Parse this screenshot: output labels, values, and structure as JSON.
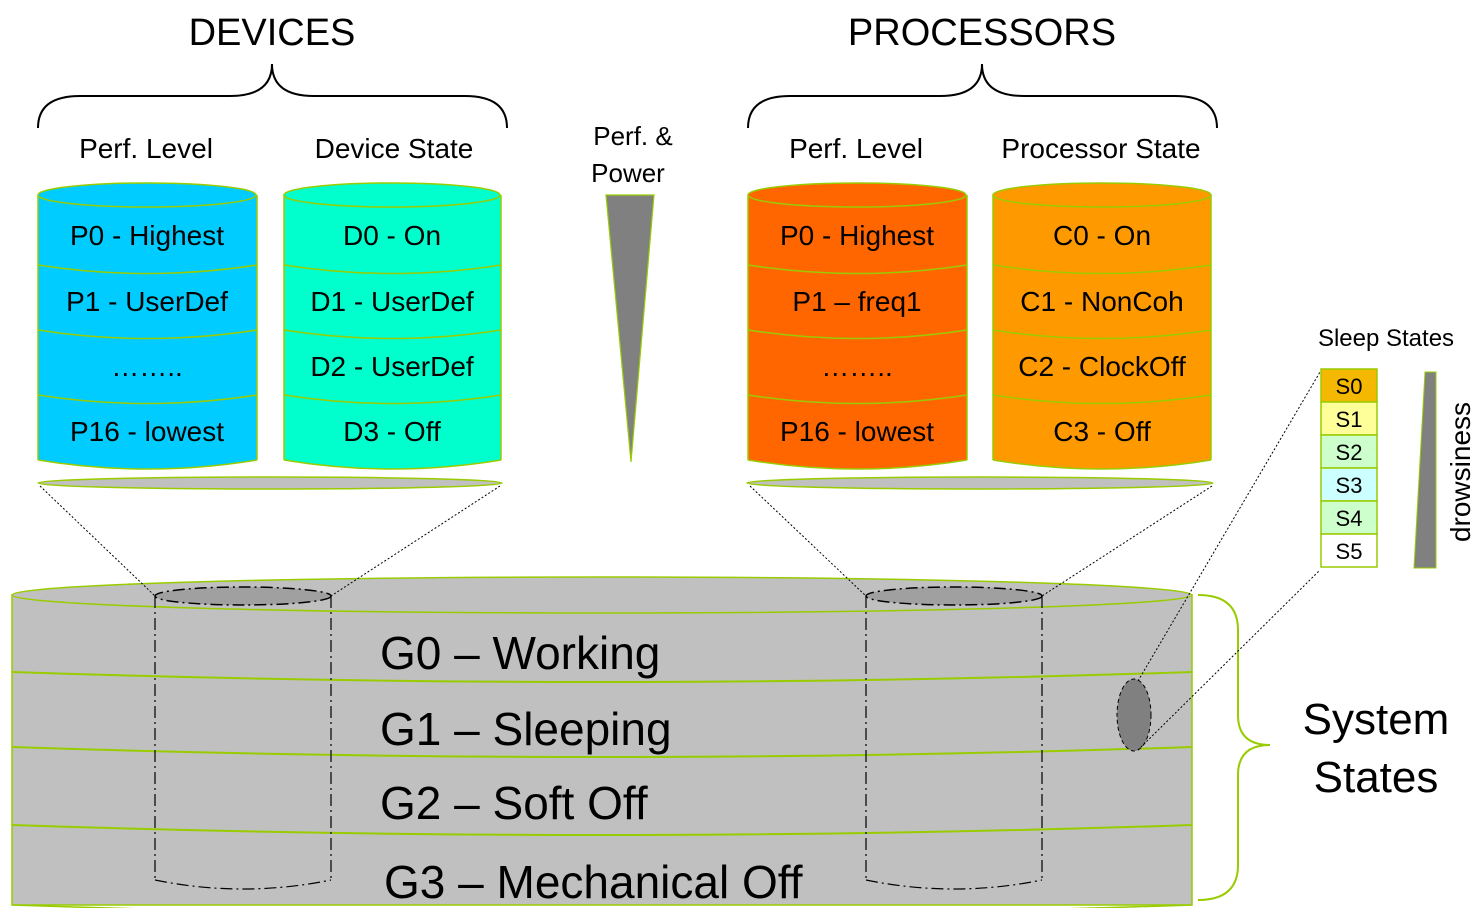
{
  "devices": {
    "title": "DEVICES",
    "perf_label": "Perf. Level",
    "state_label": "Device State",
    "perf_cells": [
      "P0 - Highest",
      "P1 - UserDef",
      "……..",
      "P16 - lowest"
    ],
    "state_cells": [
      "D0 - On",
      "D1 - UserDef",
      "D2 - UserDef",
      "D3 - Off"
    ]
  },
  "processors": {
    "title": "PROCESSORS",
    "perf_label": "Perf. Level",
    "state_label": "Processor State",
    "perf_cells": [
      "P0 - Highest",
      "P1 – freq1",
      "……..",
      "P16 - lowest"
    ],
    "state_cells": [
      "C0 - On",
      "C1 - NonCoh",
      "C2 - ClockOff",
      "C3 - Off"
    ]
  },
  "perf_power": {
    "line1": "Perf. &",
    "line2": "Power"
  },
  "system": {
    "rows": [
      "G0 – Working",
      "G1 – Sleeping",
      "G2 – Soft Off",
      "G3 – Mechanical Off"
    ],
    "label_line1": "System",
    "label_line2": "States"
  },
  "sleep": {
    "title": "Sleep States",
    "states": [
      "S0",
      "S1",
      "S2",
      "S3",
      "S4",
      "S5"
    ],
    "colors": [
      "#f5b800",
      "#ffff99",
      "#ccffcc",
      "#ccffff",
      "#ccffcc",
      "#ffffff"
    ],
    "axis_label": "drowsiness"
  },
  "colors": {
    "device_perf": "#00ccff",
    "device_state": "#00ffcc",
    "proc_perf": "#ff6600",
    "proc_state": "#ff9900",
    "system_fill": "#c0c0c0",
    "edge": "#99cc00",
    "wedge": "#808080"
  }
}
